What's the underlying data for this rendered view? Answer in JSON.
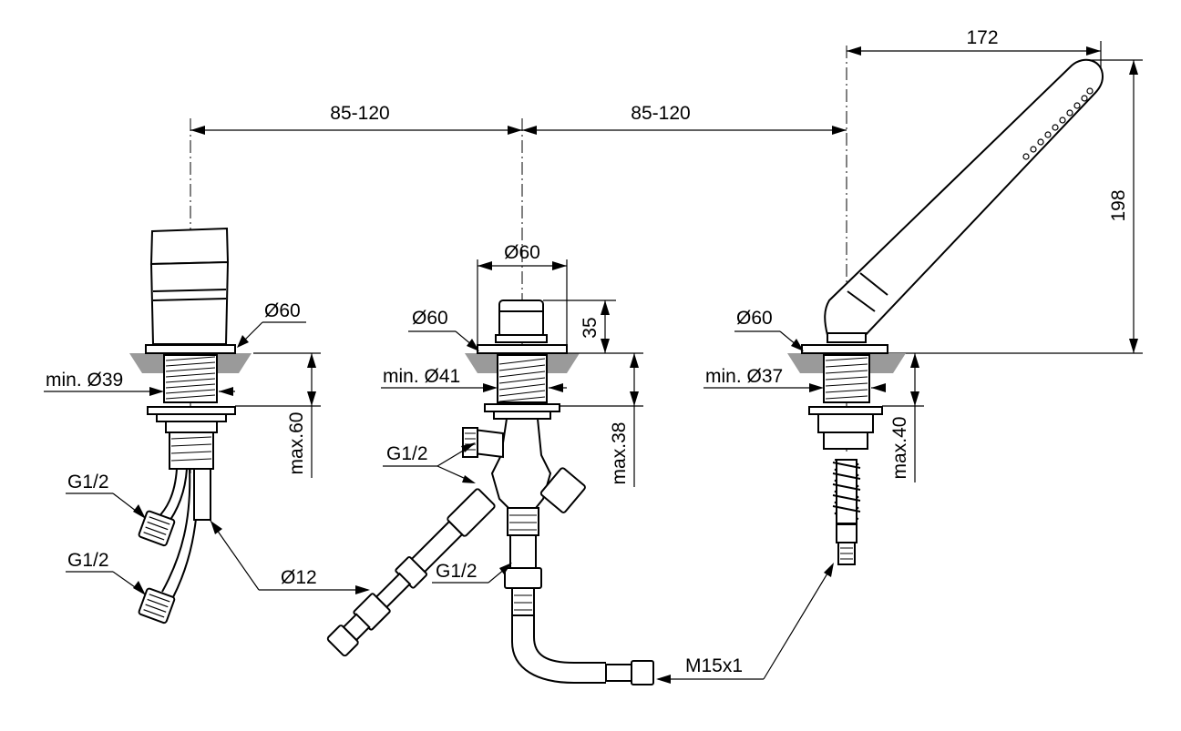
{
  "labels": {
    "dim_spacing_left": "85-120",
    "dim_spacing_right": "85-120",
    "dim_handshower_length": "172",
    "dim_handshower_height": "198",
    "dia_top_center": "Ø60",
    "dia_left": "Ø60",
    "dia_center": "Ø60",
    "dia_right": "Ø60",
    "min_hole_left": "min. Ø39",
    "min_hole_center": "min. Ø41",
    "min_hole_right": "min. Ø37",
    "max_thickness_left": "max.60",
    "max_thickness_center": "max.38",
    "max_thickness_right": "max.40",
    "height_center_knob": "35",
    "thread_left_upper": "G1/2",
    "thread_left_lower": "G1/2",
    "thread_center_upper": "G1/2",
    "thread_center_lower": "G1/2",
    "hose_diameter": "Ø12",
    "hose_thread": "M15x1"
  }
}
